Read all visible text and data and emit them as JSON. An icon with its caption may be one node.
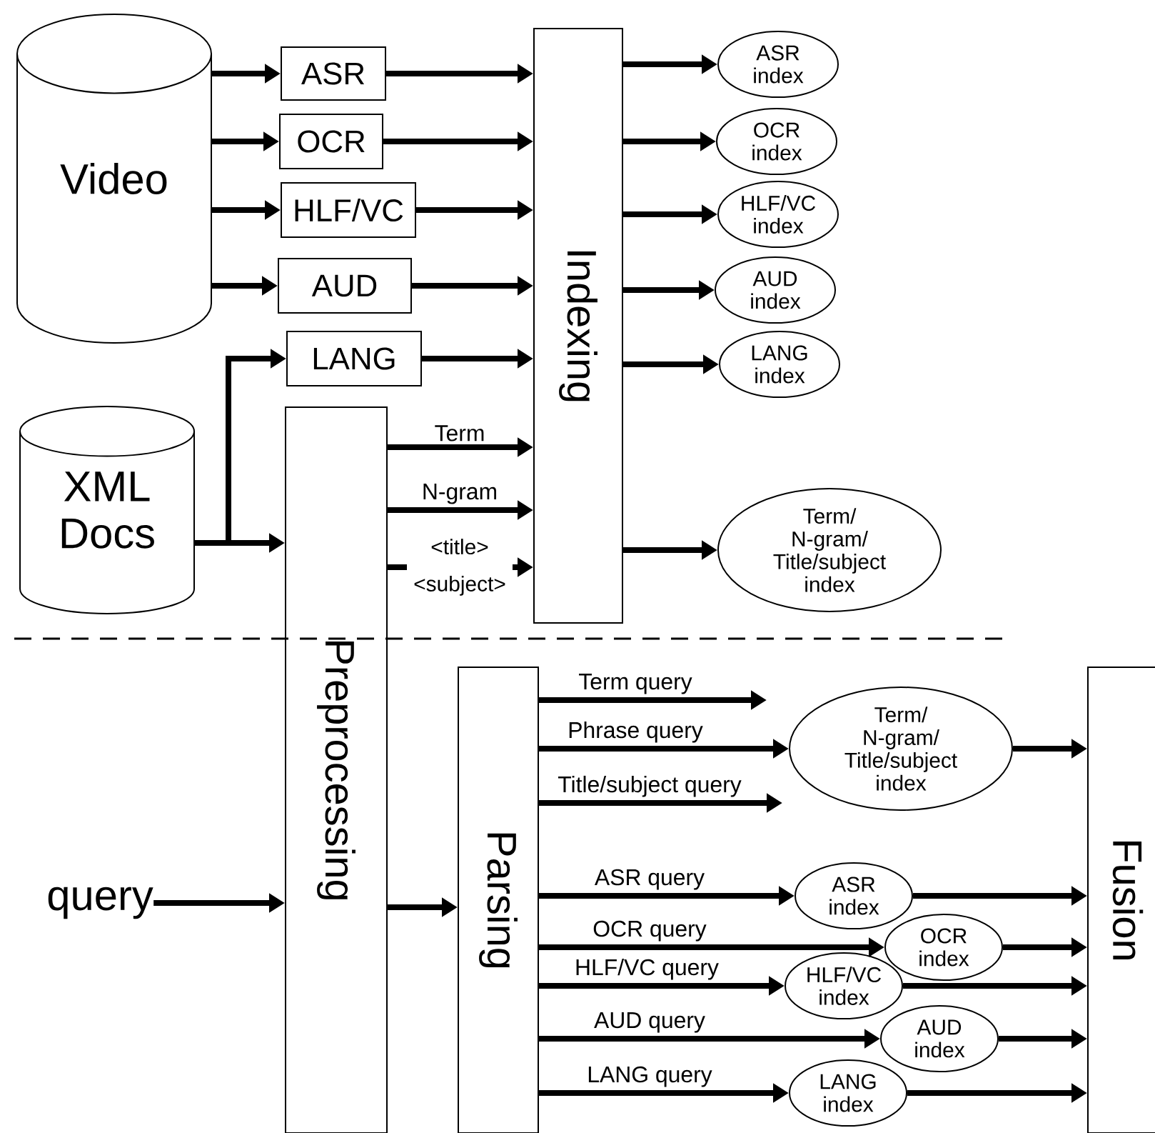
{
  "diagram": {
    "nodes": [
      {
        "text": [
          "Video"
        ]
      },
      {
        "text": [
          "XML Docs"
        ]
      },
      {
        "text": [
          "ASR"
        ]
      },
      {
        "text": [
          "OCR"
        ]
      },
      {
        "text": [
          "HLF/VC"
        ]
      },
      {
        "text": [
          "AUD"
        ]
      },
      {
        "text": [
          "LANG"
        ]
      },
      {
        "text": [
          "Preprocessing"
        ]
      },
      {
        "text": [
          "Indexing"
        ]
      },
      {
        "text": [
          "ASR index"
        ]
      },
      {
        "text": [
          "OCR index"
        ]
      },
      {
        "text": [
          "HLF/VC index"
        ]
      },
      {
        "text": [
          "AUD index"
        ]
      },
      {
        "text": [
          "LANG index"
        ]
      },
      {
        "text": [
          "Term/ N-gram/ Title/subject index"
        ]
      },
      {
        "text": [
          "query"
        ]
      },
      {
        "text": [
          "Parsing"
        ]
      },
      {
        "text": [
          "Term/ N-gram/ Title/subject index"
        ]
      },
      {
        "text": [
          "ASR index"
        ]
      },
      {
        "text": [
          "OCR index"
        ]
      },
      {
        "text": [
          "HLF/VC index"
        ]
      },
      {
        "text": [
          "AUD index"
        ]
      },
      {
        "text": [
          "LANG index"
        ]
      },
      {
        "text": [
          "Fusion"
        ]
      }
    ],
    "edges": [
      {
        "from": 0,
        "to": 2,
        "arrow": "to"
      },
      {
        "from": 0,
        "to": 3,
        "arrow": "to"
      },
      {
        "from": 0,
        "to": 4,
        "arrow": "to"
      },
      {
        "from": 0,
        "to": 5,
        "arrow": "to"
      },
      {
        "from": 1,
        "to": 6,
        "arrow": "to"
      },
      {
        "from": 1,
        "to": 7,
        "arrow": "to"
      },
      {
        "from": 2,
        "to": 8,
        "arrow": "to"
      },
      {
        "from": 3,
        "to": 8,
        "arrow": "to"
      },
      {
        "from": 4,
        "to": 8,
        "arrow": "to"
      },
      {
        "from": 5,
        "to": 8,
        "arrow": "to"
      },
      {
        "from": 6,
        "to": 8,
        "arrow": "to"
      },
      {
        "from": 7,
        "to": 8,
        "arrow": "to",
        "label": "Term"
      },
      {
        "from": 7,
        "to": 8,
        "arrow": "to",
        "label": "N-gram"
      },
      {
        "from": 7,
        "to": 8,
        "arrow": "to",
        "label": "<title> <subject>"
      },
      {
        "from": 8,
        "to": 9,
        "arrow": "to"
      },
      {
        "from": 8,
        "to": 10,
        "arrow": "to"
      },
      {
        "from": 8,
        "to": 11,
        "arrow": "to"
      },
      {
        "from": 8,
        "to": 12,
        "arrow": "to"
      },
      {
        "from": 8,
        "to": 13,
        "arrow": "to"
      },
      {
        "from": 8,
        "to": 14,
        "arrow": "to"
      },
      {
        "from": 15,
        "to": 7,
        "arrow": "to"
      },
      {
        "from": 7,
        "to": 16,
        "arrow": "to"
      },
      {
        "from": 16,
        "to": null,
        "arrow": "to",
        "label": "Term query"
      },
      {
        "from": 16,
        "to": 17,
        "arrow": "to",
        "label": "Phrase query"
      },
      {
        "from": 16,
        "to": null,
        "arrow": "to",
        "label": "Title/subject query"
      },
      {
        "from": 16,
        "to": 18,
        "arrow": "to",
        "label": "ASR query"
      },
      {
        "from": 16,
        "to": 19,
        "arrow": "to",
        "label": "OCR query"
      },
      {
        "from": 16,
        "to": 20,
        "arrow": "to",
        "label": "HLF/VC query"
      },
      {
        "from": 16,
        "to": 21,
        "arrow": "to",
        "label": "AUD query"
      },
      {
        "from": 16,
        "to": 22,
        "arrow": "to",
        "label": "LANG query"
      },
      {
        "from": 17,
        "to": 23,
        "arrow": "to"
      },
      {
        "from": 18,
        "to": 23,
        "arrow": "to"
      },
      {
        "from": 19,
        "to": 23,
        "arrow": "to"
      },
      {
        "from": 20,
        "to": 23,
        "arrow": "to"
      },
      {
        "from": 21,
        "to": 23,
        "arrow": "to"
      },
      {
        "from": 22,
        "to": 23,
        "arrow": "to"
      }
    ]
  }
}
